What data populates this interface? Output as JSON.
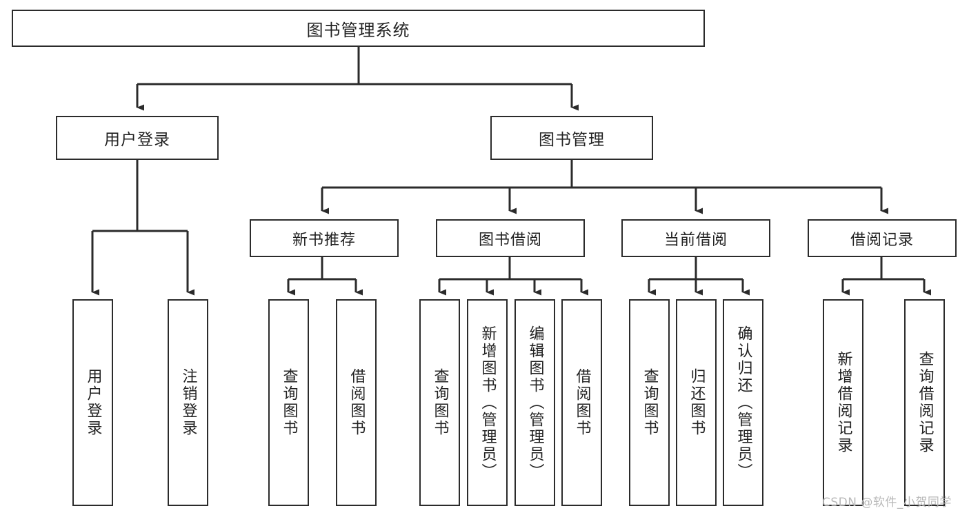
{
  "diagram": {
    "type": "tree",
    "title": "图书管理系统",
    "root": {
      "label": "图书管理系统"
    },
    "level2": [
      {
        "label": "用户登录"
      },
      {
        "label": "图书管理"
      }
    ],
    "level3": [
      {
        "label": "新书推荐"
      },
      {
        "label": "图书借阅"
      },
      {
        "label": "当前借阅"
      },
      {
        "label": "借阅记录"
      }
    ],
    "leaves": {
      "user_login": [
        {
          "label": "用户登录"
        },
        {
          "label": "注销登录"
        }
      ],
      "new_book_recommend": [
        {
          "label": "查询图书"
        },
        {
          "label": "借阅图书"
        }
      ],
      "book_borrow": [
        {
          "label": "查询图书"
        },
        {
          "label": "新增图书（管理员）"
        },
        {
          "label": "编辑图书（管理员）"
        },
        {
          "label": "借阅图书"
        }
      ],
      "current_borrow": [
        {
          "label": "查询图书"
        },
        {
          "label": "归还图书"
        },
        {
          "label": "确认归还（管理员）"
        }
      ],
      "borrow_record": [
        {
          "label": "新增借阅记录"
        },
        {
          "label": "查询借阅记录"
        }
      ]
    }
  },
  "watermark": {
    "text": "CSDN @软件_小贺同学"
  },
  "colors": {
    "stroke": "#2b2b2b",
    "background": "#ffffff",
    "text": "#222222",
    "watermark": "#b9b9b9"
  }
}
